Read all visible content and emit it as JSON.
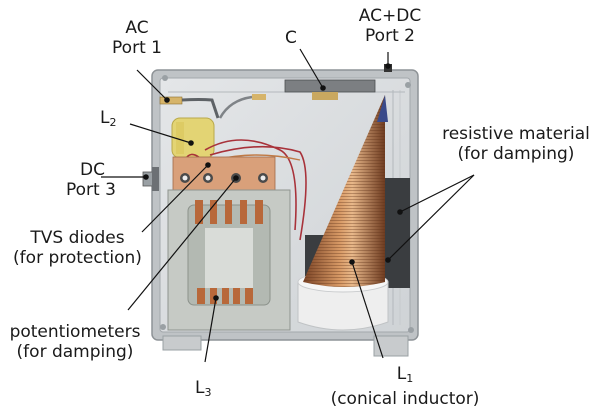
{
  "figure": {
    "description": "Photograph of an open enclosure containing an EMI filter / damping network with annotated components",
    "labels": {
      "ac_port1": {
        "line1": "AC",
        "line2": "Port 1"
      },
      "ac_dc_port2": {
        "line1": "AC+DC",
        "line2": "Port 2"
      },
      "capacitor": {
        "text": "C"
      },
      "l2": {
        "main": "L",
        "sub": "2"
      },
      "dc_port3": {
        "line1": "DC",
        "line2": "Port 3"
      },
      "tvs": {
        "line1": "TVS diodes",
        "line2": "(for protection)"
      },
      "resistive": {
        "line1": "resistive material",
        "line2": "(for damping)"
      },
      "potentiometers": {
        "line1": "potentiometers",
        "line2": "(for damping)"
      },
      "l3": {
        "main": "L",
        "sub": "3"
      },
      "l1": {
        "main": "L",
        "sub": "1",
        "line2": "(conical inductor)"
      }
    },
    "colors": {
      "enclosure": "#c9cdd0",
      "enclosure_inner": "#dfe2e4",
      "copper": "#b8744a",
      "yellow_tape": "#e8d870",
      "pcb": "#d9a07a",
      "white_base": "#eeeeee",
      "black_foam": "#3a3d40",
      "wire_red": "#a8323a",
      "leader": "#111111"
    }
  }
}
